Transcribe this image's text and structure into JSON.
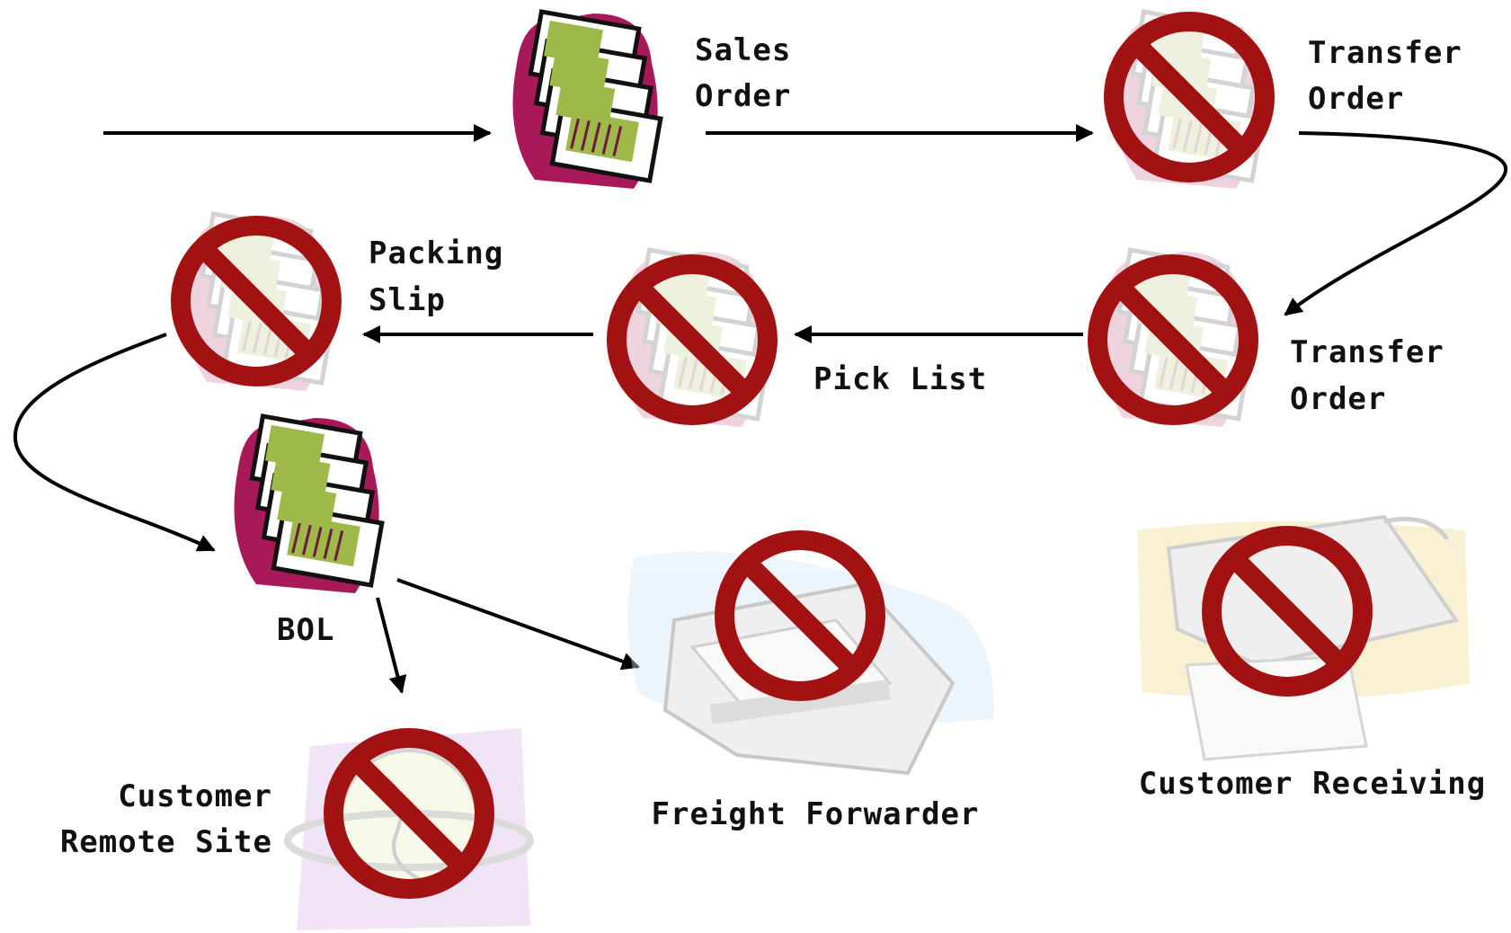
{
  "colors": {
    "prohibit_red": "#a31212",
    "arrow": "#000000",
    "doc_magenta": "#a8195a",
    "doc_green": "#9fb84a",
    "printer_blue": "#cfe8f7",
    "globe_lavender": "#d9b3e6",
    "fax_yellow": "#f2d98a"
  },
  "nodes": {
    "sales_order": {
      "label_line1": "Sales",
      "label_line2": "Order",
      "icon": "documents-icon",
      "status": "active"
    },
    "transfer_order_1": {
      "label_line1": "Transfer",
      "label_line2": "Order",
      "icon": "documents-icon",
      "status": "prohibited"
    },
    "transfer_order_2": {
      "label_line1": "Transfer",
      "label_line2": "Order",
      "icon": "documents-icon",
      "status": "prohibited"
    },
    "pick_list": {
      "label": "Pick List",
      "icon": "documents-icon",
      "status": "prohibited"
    },
    "packing_slip": {
      "label_line1": "Packing",
      "label_line2": "Slip",
      "icon": "documents-icon",
      "status": "prohibited"
    },
    "bol": {
      "label": "BOL",
      "icon": "documents-icon",
      "status": "active"
    },
    "customer_remote_site": {
      "label_line1": "Customer",
      "label_line2": "Remote Site",
      "icon": "globe-icon",
      "status": "prohibited"
    },
    "freight_forwarder": {
      "label": "Freight Forwarder",
      "icon": "printer-icon",
      "status": "prohibited"
    },
    "customer_receiving": {
      "label": "Customer Receiving",
      "icon": "fax-machine-icon",
      "status": "prohibited"
    }
  }
}
